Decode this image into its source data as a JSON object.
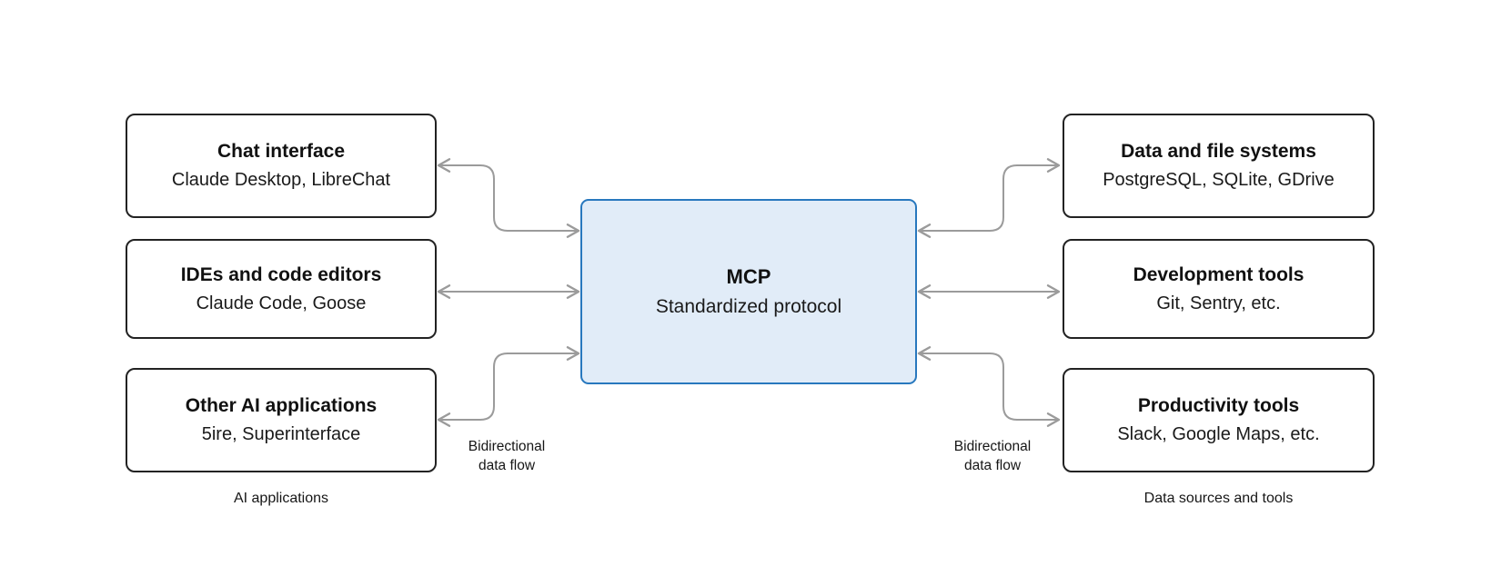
{
  "nodes": {
    "left": [
      {
        "title": "Chat interface",
        "subtitle": "Claude Desktop, LibreChat"
      },
      {
        "title": "IDEs and code editors",
        "subtitle": "Claude Code, Goose"
      },
      {
        "title": "Other AI applications",
        "subtitle": "5ire, Superinterface"
      }
    ],
    "center": {
      "title": "MCP",
      "subtitle": "Standardized protocol"
    },
    "right": [
      {
        "title": "Data and file systems",
        "subtitle": "PostgreSQL, SQLite, GDrive"
      },
      {
        "title": "Development tools",
        "subtitle": "Git, Sentry, etc."
      },
      {
        "title": "Productivity tools",
        "subtitle": "Slack, Google Maps, etc."
      }
    ]
  },
  "captions": {
    "left": "AI applications",
    "right": "Data sources and tools"
  },
  "flow_labels": {
    "left": {
      "line1": "Bidirectional",
      "line2": "data flow"
    },
    "right": {
      "line1": "Bidirectional",
      "line2": "data flow"
    }
  },
  "colors": {
    "mcp_fill": "#e1ecf8",
    "mcp_border": "#2878be",
    "node_border": "#222222",
    "arrow": "#9b9b9b",
    "text": "#111111"
  }
}
